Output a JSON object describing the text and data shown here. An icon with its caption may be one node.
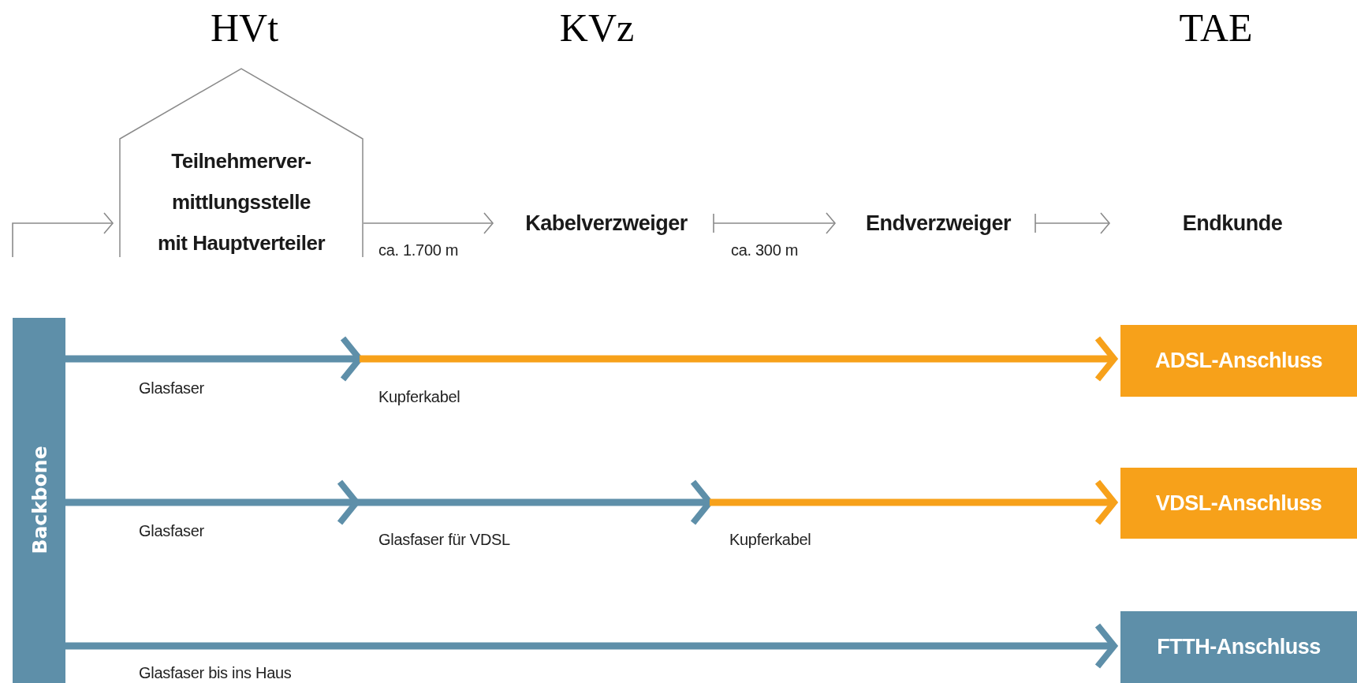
{
  "diagram": {
    "nodes": [
      {
        "text": [
          "Teilnehmerver- mittlungsstelle mit Hauptverteiler"
        ],
        "beside": [
          "HVt"
        ]
      },
      {
        "text": [
          "Kabelverzweiger"
        ]
      },
      {
        "text": [
          "Endverzweiger"
        ]
      },
      {
        "text": [
          "Endkunde"
        ]
      },
      {
        "text": [
          "Backbone"
        ]
      },
      {
        "text": [
          "ADSL-Anschluss"
        ]
      },
      {
        "text": [
          "VDSL-Anschluss"
        ]
      },
      {
        "text": [
          "FTTH-Anschluss"
        ]
      }
    ],
    "edges": [
      {
        "from": null,
        "to": 0,
        "arrow": "to"
      },
      {
        "from": 0,
        "to": 1,
        "arrow": "to",
        "label": "ca. 1.700 m"
      },
      {
        "from": 1,
        "to": 2,
        "arrow": "to",
        "label": "ca. 300 m"
      },
      {
        "from": 2,
        "to": 3,
        "arrow": "to"
      },
      {
        "from": 4,
        "to": null,
        "arrow": "to",
        "label": "Glasfaser",
        "color": "#5e8fa9"
      },
      {
        "from": null,
        "to": 5,
        "arrow": "to",
        "label": "Kupferkabel",
        "color": "#f7a11a"
      },
      {
        "from": 4,
        "to": null,
        "arrow": "to",
        "label": "Glasfaser",
        "color": "#5e8fa9"
      },
      {
        "from": null,
        "to": 6,
        "arrow": "to",
        "label": "Kupferkabel",
        "color": "#f7a11a"
      },
      {
        "from": 4,
        "to": 7,
        "arrow": "to",
        "label": "Glasfaser bis ins Haus",
        "color": "#5e8fa9"
      }
    ],
    "labels": [
      "KVz",
      "TAE",
      "Glasfaser für VDSL"
    ]
  }
}
